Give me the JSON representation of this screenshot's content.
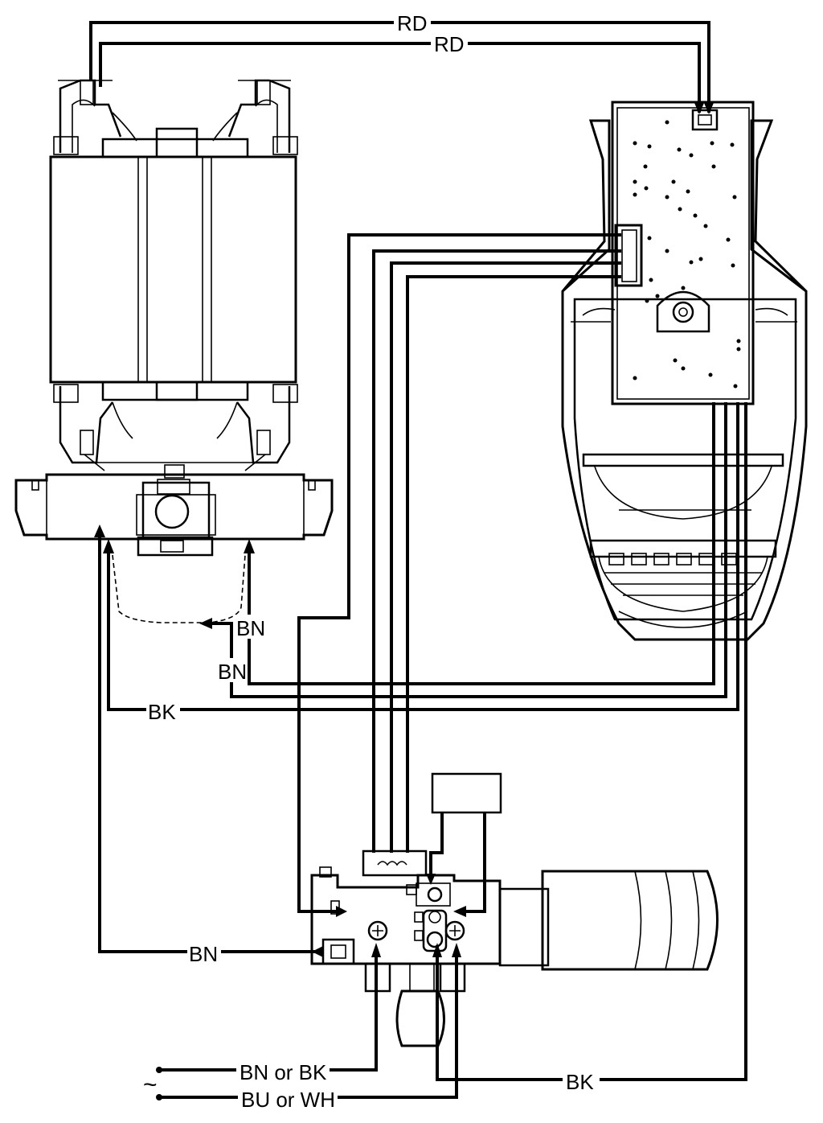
{
  "wire_labels": {
    "rd_outer": "RD",
    "rd_inner": "RD",
    "bn_brush_upper": "BN",
    "bn_brush_lower": "BN",
    "bk_motor": "BK",
    "bn_switch": "BN",
    "bk_supply": "BK",
    "supply_live": "BN or BK",
    "supply_neutral": "BU or WH",
    "ac_symbol": "~"
  }
}
